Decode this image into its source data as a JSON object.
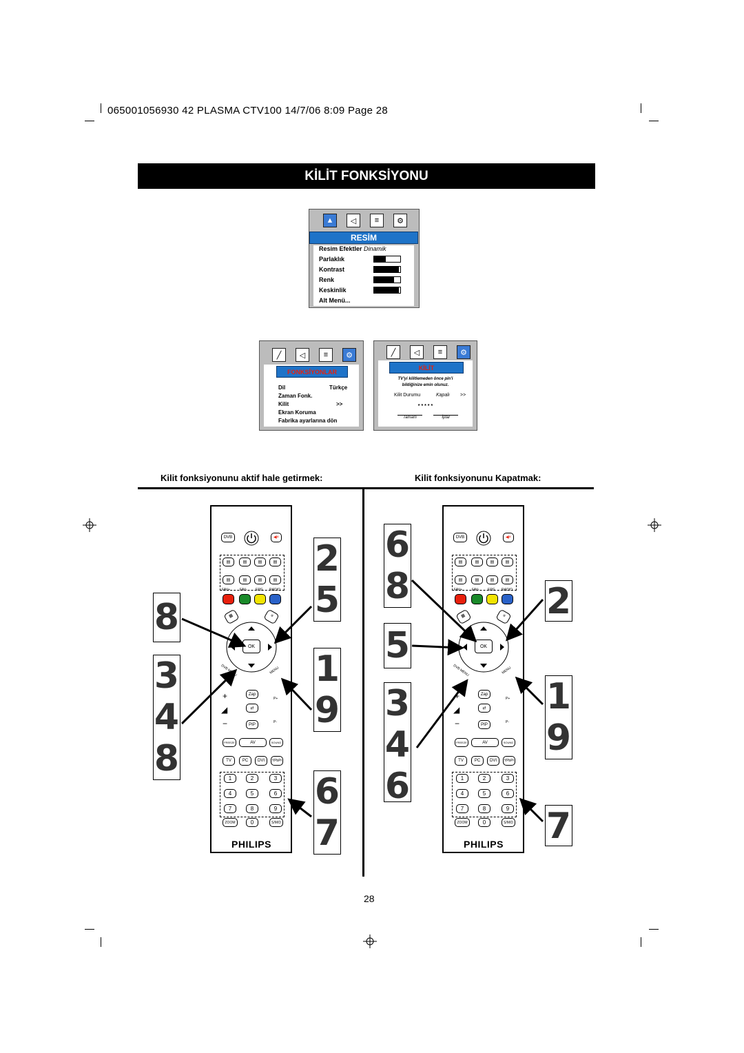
{
  "slug": "065001056930 42 PLASMA CTV100  14/7/06  8:09  Page 28",
  "title": "KİLİT FONKSİYONU",
  "resim_menu": {
    "header": "RESİM",
    "items": [
      {
        "label": "Resim Efektler",
        "value": "Dinamik"
      },
      {
        "label": "Parlaklık",
        "level": 0.45
      },
      {
        "label": "Kontrast",
        "level": 0.95
      },
      {
        "label": "Renk",
        "level": 0.75
      },
      {
        "label": "Keskinlik",
        "level": 0.95
      },
      {
        "label": "Alt Menü..."
      }
    ]
  },
  "fonksiyonlar_menu": {
    "header": "FONKSİYONLAR",
    "items": [
      {
        "label": "Dil",
        "value": "Türkçe"
      },
      {
        "label": "Zaman Fonk.",
        "value": ""
      },
      {
        "label": "Kilit",
        "value": ">>"
      },
      {
        "label": "Ekran Koruma",
        "value": ""
      },
      {
        "label": "Fabrika ayarlarına dön",
        "value": ""
      }
    ]
  },
  "kilit_menu": {
    "header": "KİLİT",
    "note1": "TV'yi kilitlemeden önce pin'i",
    "note2": "bildiğinize emin olunuz.",
    "status_label": "Kilit Durumu",
    "status_value": "Kapalı",
    "status_arrow": ">>",
    "pin": "* * * * *",
    "ok": "Tamam",
    "cancel": "İptal"
  },
  "left_section": {
    "heading": "Kilit fonksiyonunu aktif hale getirmek:",
    "steps_left_a": [
      "8"
    ],
    "steps_left_b": [
      "3",
      "4",
      "8"
    ],
    "steps_right_a": [
      "2",
      "5"
    ],
    "steps_right_b": [
      "1",
      "9"
    ],
    "steps_right_c": [
      "6",
      "7"
    ]
  },
  "right_section": {
    "heading": "Kilit fonksiyonunu Kapatmak:",
    "steps_left_a": [
      "6",
      "8"
    ],
    "steps_left_b": [
      "5"
    ],
    "steps_left_c": [
      "3",
      "4",
      "6"
    ],
    "steps_right_a": [
      "2"
    ],
    "steps_right_b": [
      "1",
      "9"
    ],
    "steps_right_c": [
      "7"
    ]
  },
  "remote": {
    "brand": "PHILIPS",
    "dvb": "DVB",
    "ok": "OK",
    "labels_row": [
      "FAV+",
      "FAV-",
      "EPG",
      "RADIO"
    ],
    "zap": "Zap",
    "pplus": "P+",
    "pminus": "P-",
    "pip": "PIP",
    "freeze": "FREEZE",
    "av": "AV",
    "sound": "SOUND",
    "sources": [
      "TV",
      "PC",
      "DVI",
      "YPbPr"
    ],
    "keys": [
      "1",
      "2",
      "3",
      "4",
      "5",
      "6",
      "7",
      "8",
      "9"
    ],
    "zoom": "ZOOM",
    "zero": "0",
    "sm": "S/M/D",
    "dvb_menu": "DVB MENU",
    "menu": "MENU"
  },
  "page_number": "28",
  "colors": {
    "accent": "#1e73c8",
    "red": "#e8200c",
    "green": "#1a8a2a",
    "yellow": "#f2e400"
  }
}
